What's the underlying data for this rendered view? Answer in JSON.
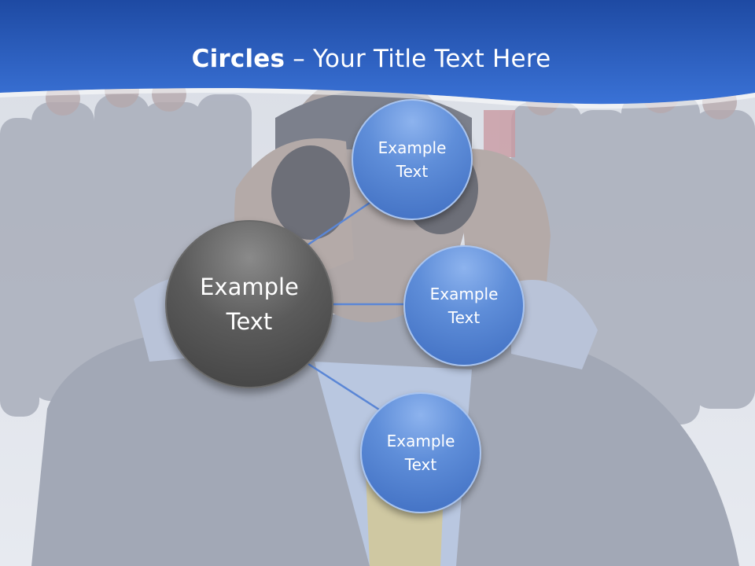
{
  "slide": {
    "title_bold": "Circles",
    "title_rest": " – Your Title Text Here",
    "center_circle": {
      "line1": "Example",
      "line2": "Text"
    },
    "satellites": [
      {
        "line1": "Example",
        "line2": "Text"
      },
      {
        "line1": "Example",
        "line2": "Text"
      },
      {
        "line1": "Example",
        "line2": "Text"
      }
    ]
  },
  "colors": {
    "header_blue": "#2a5fc0",
    "satellite_blue": "#4f7fd0",
    "center_gray": "#555555",
    "connector": "#5a86d6"
  }
}
